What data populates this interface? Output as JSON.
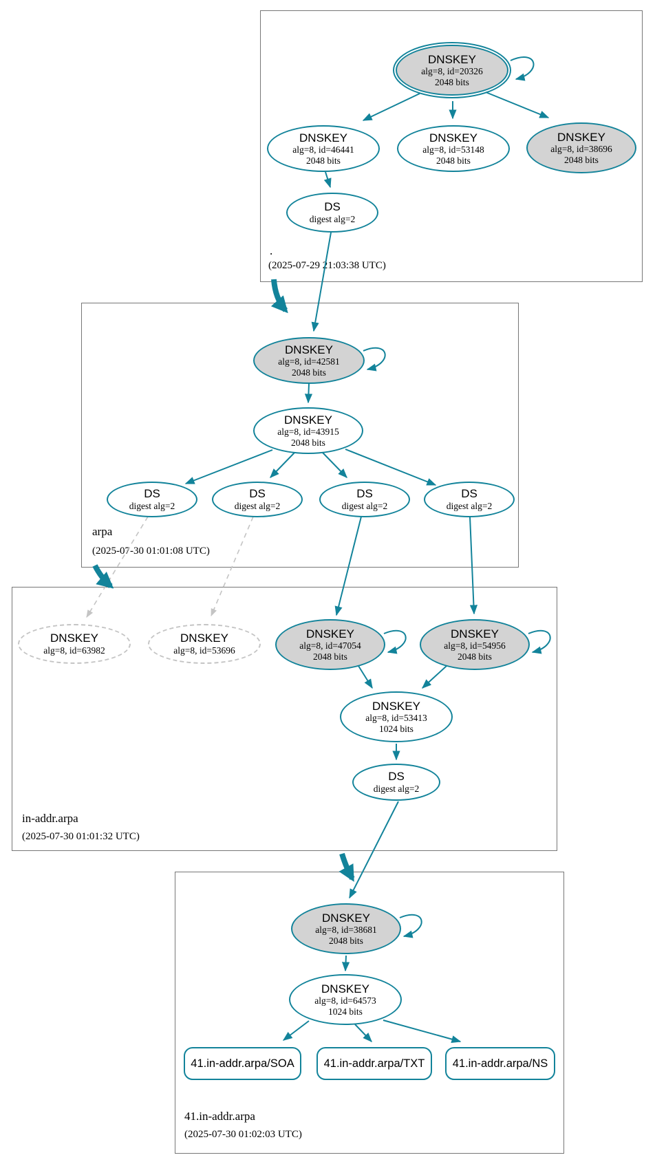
{
  "colors": {
    "edge_teal": "#12839a",
    "node_gray_fill": "#d3d3d3",
    "dashed_gray": "#c4c4c4",
    "zone_border_gray": "#767676"
  },
  "zones": [
    {
      "label": ".",
      "timestamp": "(2025-07-29 21:03:38 UTC)"
    },
    {
      "label": "arpa",
      "timestamp": "(2025-07-30 01:01:08 UTC)"
    },
    {
      "label": "in-addr.arpa",
      "timestamp": "(2025-07-30 01:01:32 UTC)"
    },
    {
      "label": "41.in-addr.arpa",
      "timestamp": "(2025-07-30 01:02:03 UTC)"
    }
  ],
  "nodes": {
    "root_ksk": {
      "title": "DNSKEY",
      "detail": "alg=8, id=20326",
      "bits": "2048 bits"
    },
    "root_zsk1": {
      "title": "DNSKEY",
      "detail": "alg=8, id=46441",
      "bits": "2048 bits"
    },
    "root_zsk2": {
      "title": "DNSKEY",
      "detail": "alg=8, id=53148",
      "bits": "2048 bits"
    },
    "root_ksk2": {
      "title": "DNSKEY",
      "detail": "alg=8, id=38696",
      "bits": "2048 bits"
    },
    "root_ds": {
      "title": "DS",
      "detail": "digest alg=2"
    },
    "arpa_ksk": {
      "title": "DNSKEY",
      "detail": "alg=8, id=42581",
      "bits": "2048 bits"
    },
    "arpa_zsk": {
      "title": "DNSKEY",
      "detail": "alg=8, id=43915",
      "bits": "2048 bits"
    },
    "arpa_ds1": {
      "title": "DS",
      "detail": "digest alg=2"
    },
    "arpa_ds2": {
      "title": "DS",
      "detail": "digest alg=2"
    },
    "arpa_ds3": {
      "title": "DS",
      "detail": "digest alg=2"
    },
    "arpa_ds4": {
      "title": "DS",
      "detail": "digest alg=2"
    },
    "inaddr_key_63982": {
      "title": "DNSKEY",
      "detail": "alg=8, id=63982"
    },
    "inaddr_key_53696": {
      "title": "DNSKEY",
      "detail": "alg=8, id=53696"
    },
    "inaddr_ksk1": {
      "title": "DNSKEY",
      "detail": "alg=8, id=47054",
      "bits": "2048 bits"
    },
    "inaddr_ksk2": {
      "title": "DNSKEY",
      "detail": "alg=8, id=54956",
      "bits": "2048 bits"
    },
    "inaddr_zsk": {
      "title": "DNSKEY",
      "detail": "alg=8, id=53413",
      "bits": "1024 bits"
    },
    "inaddr_ds": {
      "title": "DS",
      "detail": "digest alg=2"
    },
    "b41_ksk": {
      "title": "DNSKEY",
      "detail": "alg=8, id=38681",
      "bits": "2048 bits"
    },
    "b41_zsk": {
      "title": "DNSKEY",
      "detail": "alg=8, id=64573",
      "bits": "1024 bits"
    },
    "b41_soa": {
      "label": "41.in-addr.arpa/SOA"
    },
    "b41_txt": {
      "label": "41.in-addr.arpa/TXT"
    },
    "b41_ns": {
      "label": "41.in-addr.arpa/NS"
    }
  }
}
